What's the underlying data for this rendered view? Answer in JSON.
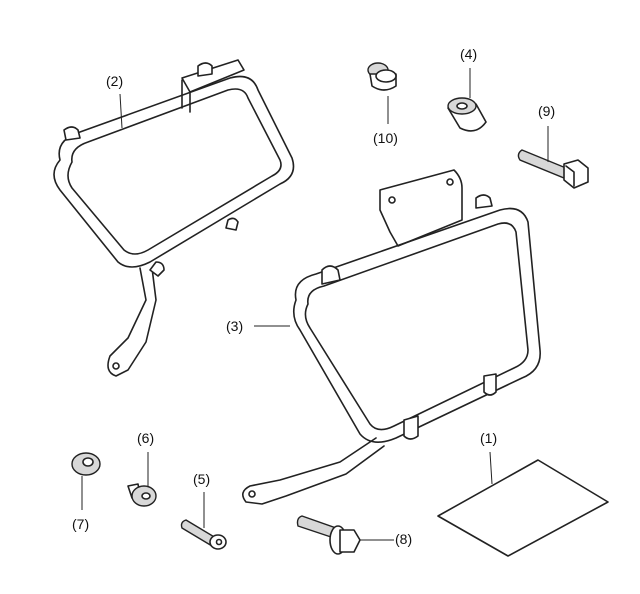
{
  "diagram": {
    "labels": {
      "p1": "(1)",
      "p2": "(2)",
      "p3": "(3)",
      "p4": "(4)",
      "p5": "(5)",
      "p6": "(6)",
      "p7": "(7)",
      "p8": "(8)",
      "p9": "(9)",
      "p10": "(10)"
    }
  }
}
